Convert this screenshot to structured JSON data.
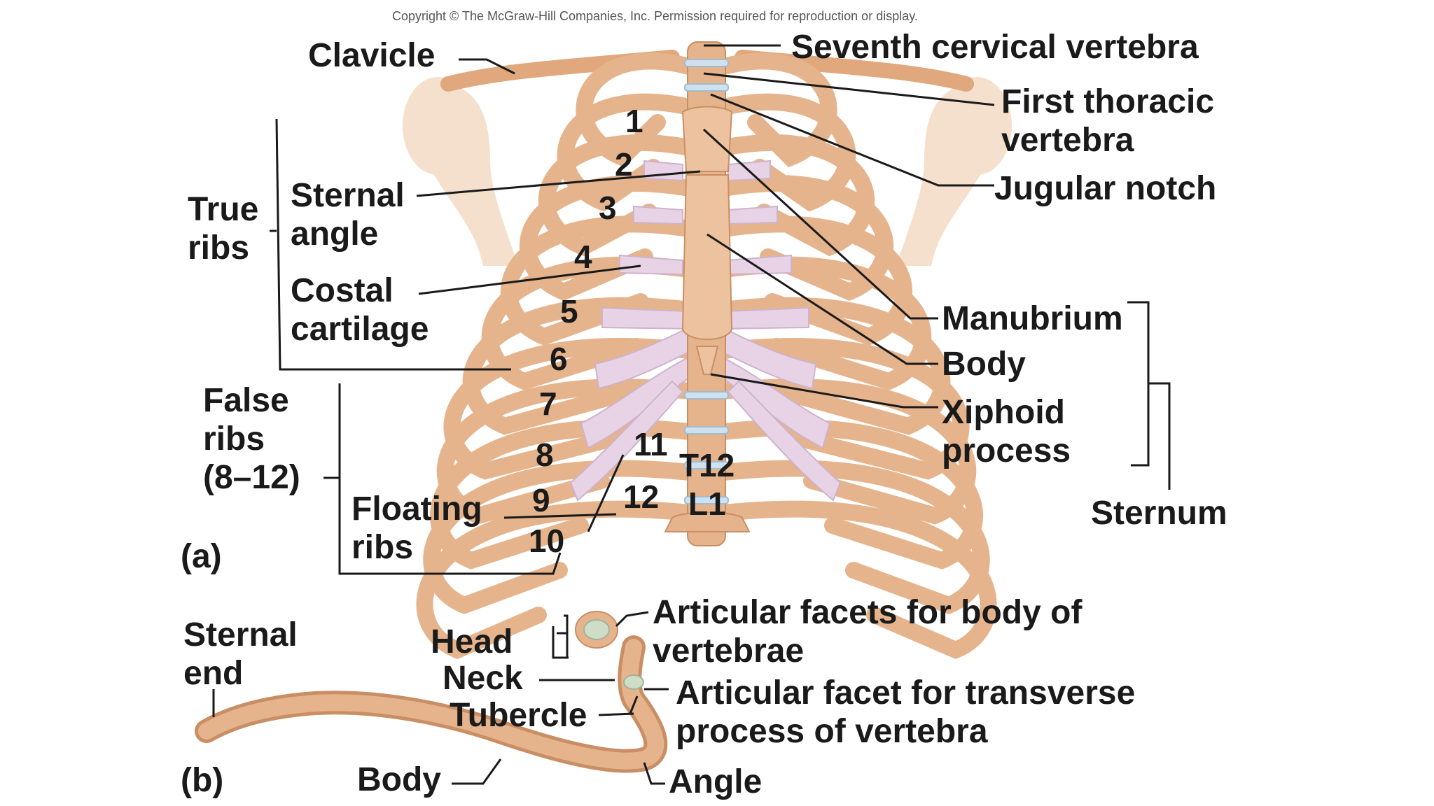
{
  "copyright": "Copyright © The McGraw-Hill Companies, Inc. Permission required for reproduction or display.",
  "panel_a": {
    "panel_label": "(a)",
    "labels": {
      "clavicle": "Clavicle",
      "seventh_cervical": "Seventh cervical vertebra",
      "first_thoracic_1": "First thoracic",
      "first_thoracic_2": "vertebra",
      "jugular_notch": "Jugular notch",
      "true_ribs_1": "True",
      "true_ribs_2": "ribs",
      "sternal_angle_1": "Sternal",
      "sternal_angle_2": "angle",
      "costal_cartilage_1": "Costal",
      "costal_cartilage_2": "cartilage",
      "false_ribs_1": "False",
      "false_ribs_2": "ribs",
      "false_ribs_3": "(8–12)",
      "floating_ribs_1": "Floating",
      "floating_ribs_2": "ribs",
      "manubrium": "Manubrium",
      "body": "Body",
      "xiphoid_1": "Xiphoid",
      "xiphoid_2": "process",
      "sternum": "Sternum",
      "t12": "T12",
      "l1": "L1"
    },
    "rib_numbers": [
      "1",
      "2",
      "3",
      "4",
      "5",
      "6",
      "7",
      "8",
      "9",
      "10",
      "11",
      "12"
    ]
  },
  "panel_b": {
    "panel_label": "(b)",
    "labels": {
      "sternal_end_1": "Sternal",
      "sternal_end_2": "end",
      "head": "Head",
      "neck": "Neck",
      "tubercle": "Tubercle",
      "body": "Body",
      "angle": "Angle",
      "facets_body_1": "Articular facets for body of",
      "facets_body_2": "vertebrae",
      "facet_transverse_1": "Articular facet for transverse",
      "facet_transverse_2": "process of vertebra"
    }
  },
  "colors": {
    "bone": "#e6b48c",
    "bone_shadow": "#c98e64",
    "bone_light": "#f3d4b6",
    "cartilage": "#e8d3e6",
    "disc": "#cfe1ee",
    "humerus": "#f4e0cc",
    "line": "#1a1a1a"
  }
}
